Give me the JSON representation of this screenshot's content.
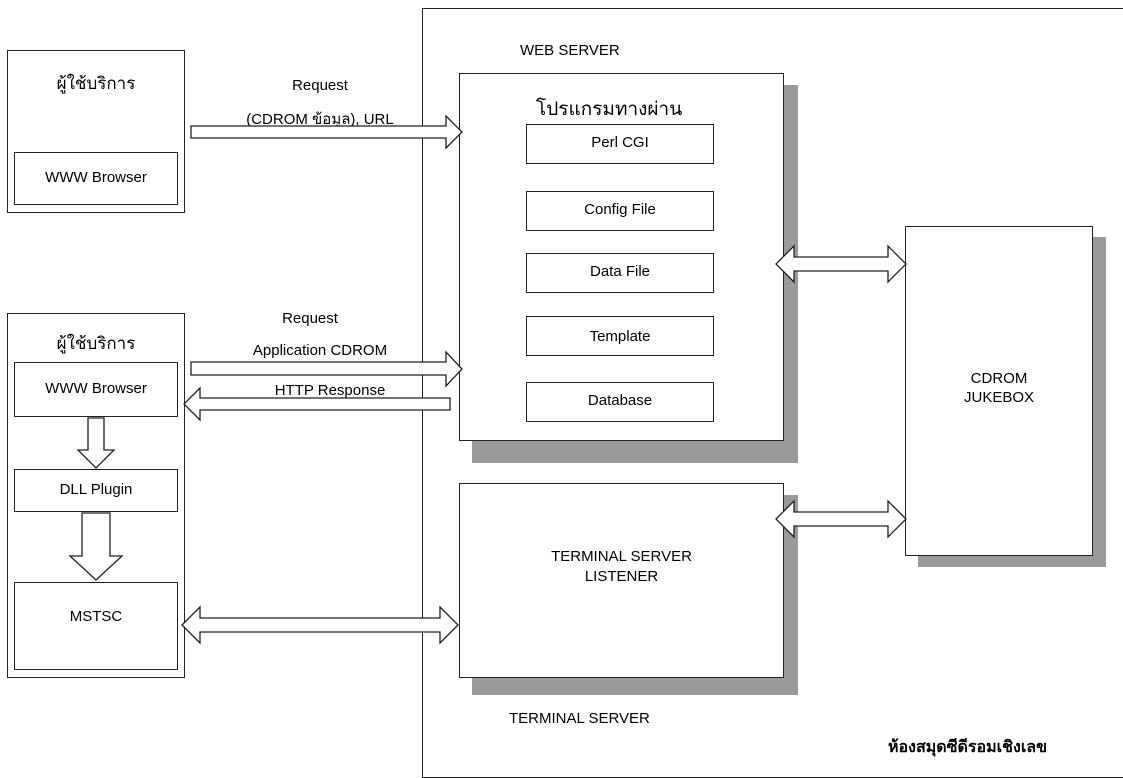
{
  "client1": {
    "title": "ผู้ใช้บริการ",
    "browser": "WWW Browser"
  },
  "client2": {
    "title": "ผู้ใช้บริการ",
    "browser": "WWW Browser",
    "plugin": "DLL Plugin",
    "mstsc": "MSTSC"
  },
  "arrows": {
    "req1_line1": "Request",
    "req1_line2": "(CDROM ข้อมูล), URL",
    "req2_line1": "Request",
    "req2_line2": "Application CDROM",
    "response": "HTTP Response"
  },
  "server": {
    "web_server_label": "WEB SERVER",
    "gateway_title": "โปรแกรมทางผ่าน",
    "gateway_items": [
      "Perl CGI",
      "Config File",
      "Data File",
      "Template",
      "Database"
    ],
    "listener_line1": "TERMINAL SERVER",
    "listener_line2": "LISTENER",
    "terminal_server_label": "TERMINAL SERVER"
  },
  "jukebox": {
    "line1": "CDROM",
    "line2": "JUKEBOX"
  },
  "caption": "ห้องสมุดซีดีรอมเชิงเลข"
}
